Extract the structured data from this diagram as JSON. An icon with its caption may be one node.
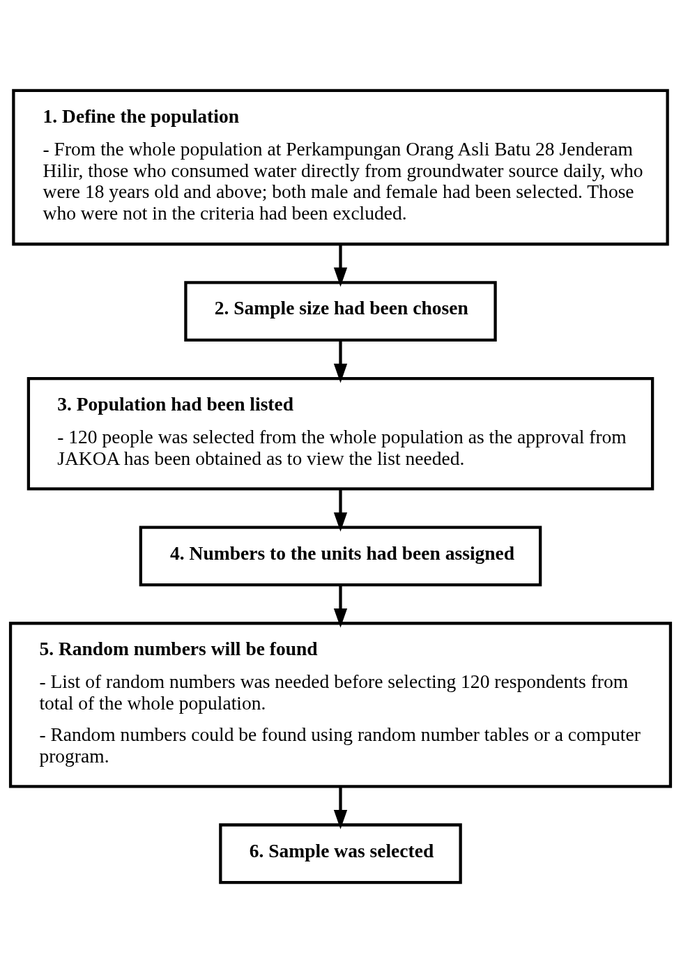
{
  "diagram": {
    "nodes": [
      {
        "text": [
          "1. Define the population",
          "- From the whole population at Perkampungan Orang Asli Batu 28 Jenderam Hilir, those who consumed water directly from groundwater source daily, who were 18 years old and above; both male and female had been selected. Those who were not in the criteria had been excluded."
        ]
      },
      {
        "text": [
          "2. Sample size had been chosen"
        ]
      },
      {
        "text": [
          "3. Population had been listed",
          "- 120 people was selected from the whole population as the approval from JAKOA has been obtained as to view the list needed."
        ]
      },
      {
        "text": [
          "4. Numbers to the units had been assigned"
        ]
      },
      {
        "text": [
          "5. Random numbers will be found",
          "- List of random numbers was needed before selecting 120 respondents from total of the whole population.",
          "- Random numbers could be found using random number tables or a computer program."
        ]
      },
      {
        "text": [
          "6. Sample was selected"
        ]
      }
    ],
    "edges": [
      {
        "from": 0,
        "to": 1,
        "arrow": "to"
      },
      {
        "from": 1,
        "to": 2,
        "arrow": "to"
      },
      {
        "from": 2,
        "to": 3,
        "arrow": "to"
      },
      {
        "from": 3,
        "to": 4,
        "arrow": "to"
      },
      {
        "from": 4,
        "to": 5,
        "arrow": "to"
      }
    ]
  }
}
